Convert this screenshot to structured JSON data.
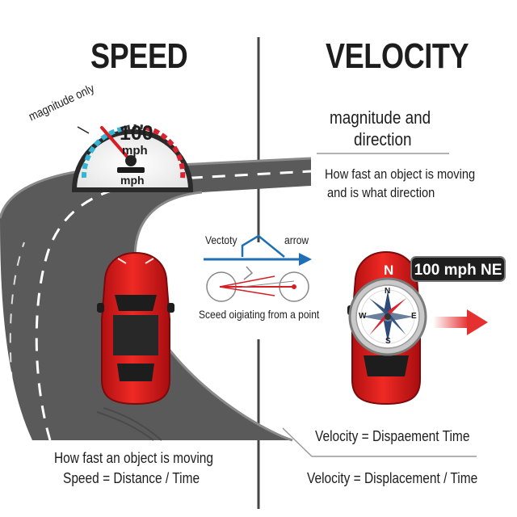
{
  "left_panel": {
    "title": "SPEED",
    "gauge_label": "magnitude only",
    "gauge_value": "100",
    "gauge_unit": "mph",
    "gauge_plate": "mph",
    "footer_line1": "How fast an object is moving",
    "footer_line2": "Speed = Distance / Time"
  },
  "middle": {
    "vector_label": "Vectoty",
    "arrow_label": "arrow",
    "caption": "Sceed oigiating from a point"
  },
  "right_panel": {
    "title": "VELOCITY",
    "heading_line1": "magnitude and",
    "heading_line2": "direction",
    "desc_line1": "How fast an object is moving",
    "desc_line2": "and is what direction",
    "badge": "100 mph NE",
    "compass": {
      "n": "N",
      "s": "S",
      "e": "E",
      "w": "W",
      "big_n": "N"
    },
    "formula_misspelled": "Velocity = Dispaement Time",
    "formula": "Velocity = Displacement / Time"
  },
  "colors": {
    "car_red": "#e02020",
    "road_gray": "#5a5a5a",
    "vector_blue": "#1f6fb5",
    "gauge_cyan": "#35b5d6",
    "gauge_red": "#d9232e"
  }
}
